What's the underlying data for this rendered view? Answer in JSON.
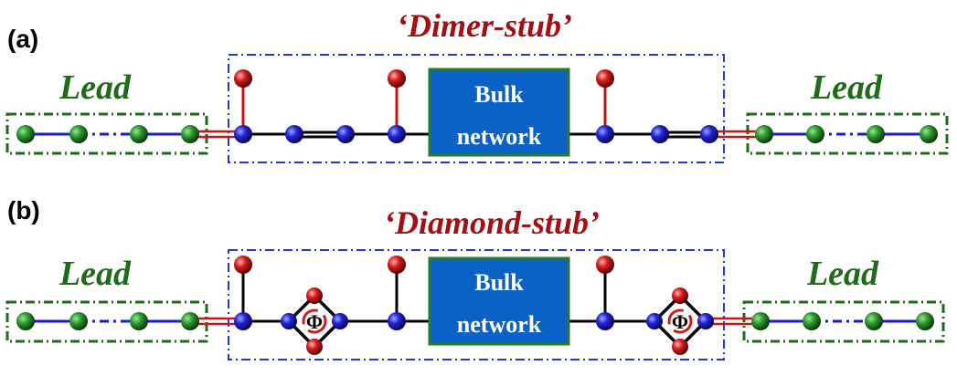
{
  "panels": [
    {
      "label": "(a)",
      "title": "‘Dimer-stub’",
      "lead_left": "Lead",
      "lead_right": "Lead",
      "bulk_line1": "Bulk",
      "bulk_line2": "network"
    },
    {
      "label": "(b)",
      "title": "‘Diamond-stub’",
      "lead_left": "Lead",
      "lead_right": "Lead",
      "bulk_line1": "Bulk",
      "bulk_line2": "network",
      "flux_symbol": "Φ"
    }
  ],
  "colors": {
    "lead_site": "#1f7a1f",
    "chain_site": "#1a1acc",
    "stub_site": "#c41717",
    "lead_box": "#1e6b1a",
    "cell_box": "#1f3ad6",
    "bulk_fill": "#0b62c6",
    "bulk_border": "#2a7a2a",
    "coupling": "#c41717",
    "lead_bond": "#1a1ad6"
  }
}
